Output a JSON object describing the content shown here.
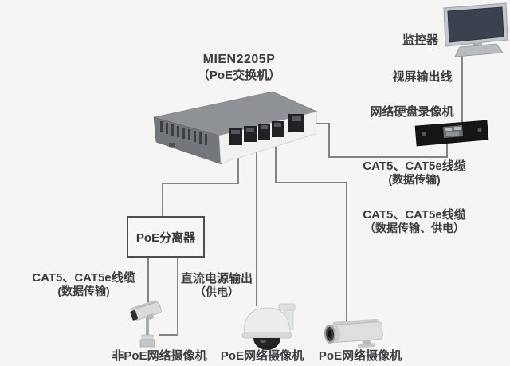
{
  "diagram": {
    "title": {
      "model": "MIEN2205P",
      "subtitle": "（PoE交换机）"
    },
    "monitor": {
      "label": "监控器"
    },
    "video_cable": {
      "label": "视屏输出线"
    },
    "nvr": {
      "label": "网络硬盘录像机"
    },
    "cable_nvr": {
      "line1": "CAT5、CAT5e线缆",
      "line2": "(数据传输)"
    },
    "cable_poe": {
      "line1": "CAT5、CAT5e线缆",
      "line2": "（数据传输、供电）"
    },
    "splitter": {
      "label": "PoE分离器"
    },
    "cable_splitter_data": {
      "line1": "CAT5、CAT5e线缆",
      "line2": "(数据传输)"
    },
    "dc_output": {
      "line1": "直流电源输出",
      "line2": "（供电）"
    },
    "cameras": {
      "non_poe": {
        "label": "非PoE网络摄像机",
        "type": "bullet-on-pole"
      },
      "dome": {
        "label": "PoE网络摄像机",
        "type": "ptz-dome"
      },
      "bullet": {
        "label": "PoE网络摄像机",
        "type": "bullet"
      }
    },
    "colors": {
      "background": "#f6f5f3",
      "cable_line": "#7f8487",
      "text": "#3a3c3e",
      "switch_top": "#8e9195",
      "switch_side": "#73767a",
      "switch_front": "#f1f1ef",
      "port_dark": "#202225",
      "nvr_body": "#141517",
      "monitor_screen": "#39424e"
    }
  }
}
